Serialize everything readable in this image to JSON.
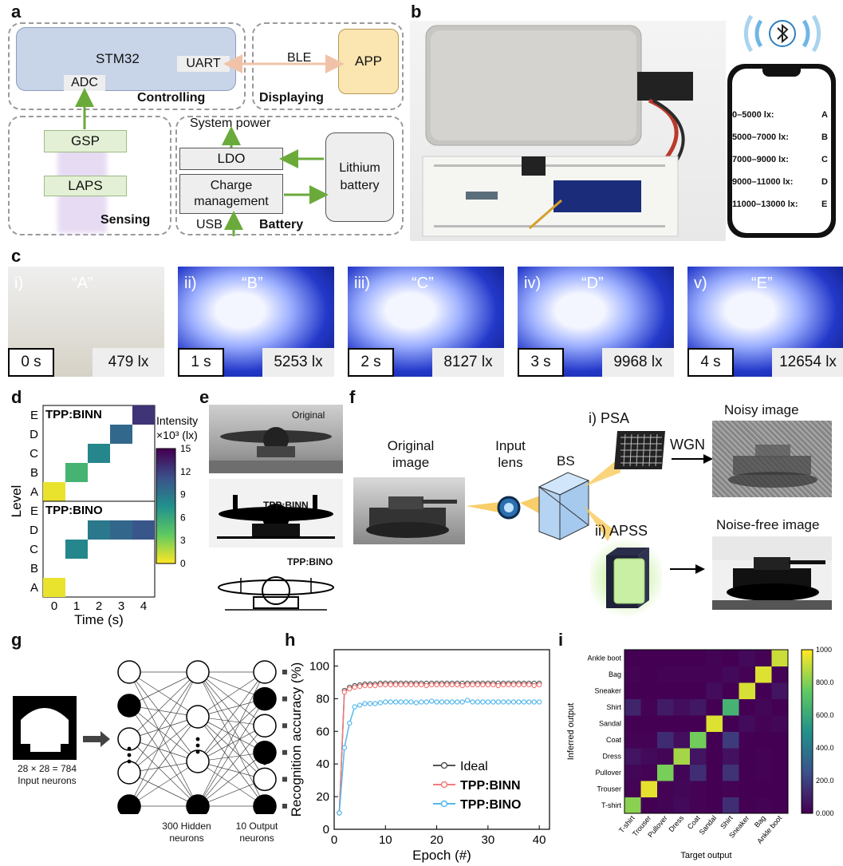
{
  "panels": {
    "a": "a",
    "b": "b",
    "c": "c",
    "d": "d",
    "e": "e",
    "f": "f",
    "g": "g",
    "h": "h",
    "i": "i"
  },
  "panel_a": {
    "stm32": "STM32",
    "adc": "ADC",
    "uart": "UART",
    "controlling": "Controlling",
    "ble": "BLE",
    "app": "APP",
    "displaying": "Displaying",
    "gsp": "GSP",
    "laps": "LAPS",
    "sensing": "Sensing",
    "system_power": "System power",
    "ldo": "LDO",
    "charge": "Charge management",
    "lithium": "Lithium battery",
    "usb": "USB",
    "battery": "Battery",
    "colors": {
      "stm32": "#c8d4e8",
      "app": "#fbe5b0",
      "gsp": "#e3f0d6",
      "laps_glow": "#d7c4ea",
      "arrow": "#6aaa3a",
      "ble_arrow": "#f0c3a8"
    }
  },
  "panel_b": {
    "ranges": [
      {
        "range": "0–5000 lx:",
        "level": "A"
      },
      {
        "range": "5000–7000 lx:",
        "level": "B"
      },
      {
        "range": "7000–9000 lx:",
        "level": "C"
      },
      {
        "range": "9000–11000 lx:",
        "level": "D"
      },
      {
        "range": "11000–13000 lx:",
        "level": "E"
      }
    ]
  },
  "panel_c": {
    "frames": [
      {
        "roman": "i)",
        "letter": "“A”",
        "time": "0 s",
        "lux": "479 lx",
        "style": "bench"
      },
      {
        "roman": "ii)",
        "letter": "“B”",
        "time": "1 s",
        "lux": "5253 lx",
        "style": "blue"
      },
      {
        "roman": "iii)",
        "letter": "“C”",
        "time": "2 s",
        "lux": "8127 lx",
        "style": "blue"
      },
      {
        "roman": "iv)",
        "letter": "“D”",
        "time": "3 s",
        "lux": "9968 lx",
        "style": "blue"
      },
      {
        "roman": "v)",
        "letter": "“E”",
        "time": "4 s",
        "lux": "12654 lx",
        "style": "blue"
      }
    ]
  },
  "panel_e": {
    "original": "Original",
    "binn": "TPP:BINN",
    "bino": "TPP:BINO"
  },
  "panel_f": {
    "original": "Original image",
    "input_lens": "Input lens",
    "bs": "BS",
    "psa": "i) PSA",
    "wgn": "WGN",
    "noisy": "Noisy image",
    "apss": "ii) APSS",
    "noise_free": "Noise-free image"
  },
  "panel_g": {
    "input": "28 × 28 = 784 Input neurons",
    "hidden": "300 Hidden neurons",
    "output": "10 Output neurons",
    "layers": [
      [
        false,
        true,
        false,
        false,
        true
      ],
      [
        false,
        false,
        false,
        true
      ],
      [
        false,
        true,
        false,
        true,
        false,
        true
      ]
    ]
  },
  "chart_data": [
    {
      "type": "heatmap",
      "panel": "d",
      "xlabel": "Time (s)",
      "ylabel": "Level",
      "x": [
        0,
        1,
        2,
        3,
        4
      ],
      "levels": [
        "A",
        "B",
        "C",
        "D",
        "E"
      ],
      "colorbar": {
        "label": "Intensity ×10³ (lx)",
        "ticks": [
          0,
          3,
          6,
          9,
          12,
          15
        ],
        "range": [
          0,
          15
        ]
      },
      "series": [
        {
          "name": "TPP:BINN",
          "cells": [
            {
              "t": 0,
              "level": "A",
              "value": 0.479
            },
            {
              "t": 1,
              "level": "B",
              "value": 5.253
            },
            {
              "t": 2,
              "level": "C",
              "value": 8.127
            },
            {
              "t": 3,
              "level": "D",
              "value": 9.968
            },
            {
              "t": 4,
              "level": "E",
              "value": 12.654
            }
          ]
        },
        {
          "name": "TPP:BINO",
          "cells": [
            {
              "t": 0,
              "level": "A",
              "value": 0.479
            },
            {
              "t": 1,
              "level": "C",
              "value": 8.127
            },
            {
              "t": 2,
              "level": "D",
              "value": 9.0
            },
            {
              "t": 3,
              "level": "D",
              "value": 10.0
            },
            {
              "t": 4,
              "level": "D",
              "value": 11.0
            }
          ]
        }
      ]
    },
    {
      "type": "line",
      "panel": "h",
      "xlabel": "Epoch (#)",
      "ylabel": "Recognition accuracy (%)",
      "xlim": [
        0,
        42
      ],
      "ylim": [
        0,
        110
      ],
      "xticks": [
        0,
        10,
        20,
        30,
        40
      ],
      "yticks": [
        0,
        20,
        40,
        60,
        80,
        100
      ],
      "legend": "bottom-right",
      "series": [
        {
          "name": "Ideal",
          "color": "#555555",
          "values": [
            10,
            85,
            87,
            88,
            88.5,
            89,
            89,
            89,
            89.5,
            89.5,
            89.5,
            89.5,
            89.5,
            89.5,
            89.5,
            89.5,
            89.5,
            89.5,
            89.5,
            89.5,
            89.5,
            89.5,
            89.5,
            89.5,
            89.5,
            89.5,
            89.5,
            89.5,
            89.5,
            89.5,
            89.5,
            89.5,
            89.5,
            89.5,
            89.5,
            89.5,
            89.5,
            89.5,
            89.5,
            89.5
          ]
        },
        {
          "name": "TPP:BINN",
          "color": "#f07c7c",
          "values": [
            10,
            84,
            86,
            87,
            87.5,
            88,
            88,
            88,
            88.5,
            88.5,
            88.5,
            88.5,
            88.5,
            88.5,
            88.5,
            88.5,
            88.5,
            88,
            88.5,
            88.5,
            88.5,
            88.5,
            88.5,
            88.5,
            88,
            88.5,
            88.5,
            88.5,
            88.5,
            88.5,
            88.5,
            88,
            88.5,
            88.5,
            88.5,
            88.5,
            88.5,
            88.5,
            88,
            88.5
          ]
        },
        {
          "name": "TPP:BINO",
          "color": "#55b8ec",
          "values": [
            10,
            50,
            65,
            75,
            76,
            77,
            77,
            77,
            77.5,
            78,
            78,
            78,
            78,
            78,
            78,
            77.5,
            78,
            78,
            78.5,
            78,
            78,
            78,
            78,
            78,
            78,
            79,
            78,
            78,
            78,
            78,
            78,
            78,
            78,
            78,
            78,
            78,
            78,
            78,
            78,
            78
          ]
        }
      ]
    },
    {
      "type": "heatmap",
      "panel": "i",
      "xlabel": "Target output",
      "ylabel": "Inferred output",
      "classes": [
        "T-shirt",
        "Trouser",
        "Pullover",
        "Dress",
        "Coat",
        "Sandal",
        "Shirt",
        "Sneaker",
        "Bag",
        "Ankle boot"
      ],
      "colorbar": {
        "ticks": [
          "0.000",
          "200.0",
          "400.0",
          "600.0",
          "800.0",
          "1000"
        ],
        "range": [
          0,
          1000
        ]
      },
      "matrix": [
        [
          820,
          0,
          10,
          25,
          5,
          0,
          140,
          0,
          5,
          0
        ],
        [
          5,
          960,
          5,
          20,
          5,
          0,
          5,
          0,
          0,
          0
        ],
        [
          20,
          5,
          790,
          15,
          140,
          0,
          150,
          0,
          5,
          0
        ],
        [
          60,
          25,
          15,
          860,
          60,
          0,
          50,
          0,
          5,
          0
        ],
        [
          5,
          5,
          130,
          40,
          780,
          0,
          180,
          0,
          0,
          0
        ],
        [
          0,
          0,
          0,
          0,
          0,
          950,
          0,
          30,
          5,
          20
        ],
        [
          110,
          5,
          80,
          40,
          70,
          0,
          650,
          0,
          20,
          0
        ],
        [
          0,
          0,
          0,
          0,
          0,
          35,
          0,
          940,
          0,
          60
        ],
        [
          5,
          0,
          5,
          5,
          5,
          5,
          25,
          5,
          950,
          5
        ],
        [
          0,
          0,
          0,
          0,
          0,
          10,
          0,
          25,
          5,
          920
        ]
      ]
    }
  ]
}
